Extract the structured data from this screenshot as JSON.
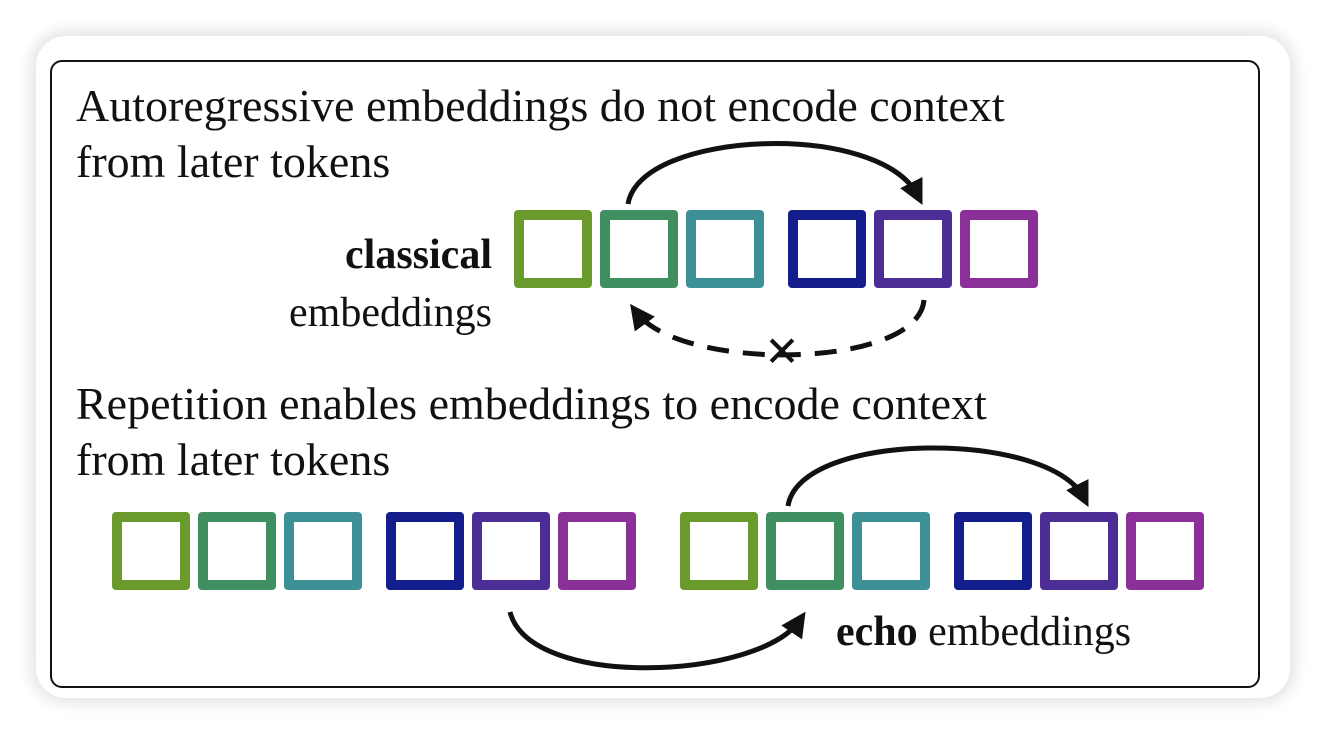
{
  "colors": {
    "token": [
      "#6a9a2c",
      "#3f8f60",
      "#3d9196",
      "#131e8c",
      "#4d2e96",
      "#8b3098"
    ],
    "ink": "#111111"
  },
  "top": {
    "heading_line1": "Autoregressive embeddings do not encode context",
    "heading_line2": "from later tokens",
    "label_bold": "classical",
    "label_rest": "embeddings",
    "blocked_mark": "✕"
  },
  "bottom": {
    "heading_line1": "Repetition enables embeddings to encode context",
    "heading_line2": "from later tokens",
    "label_bold": "echo",
    "label_rest": " embeddings"
  }
}
